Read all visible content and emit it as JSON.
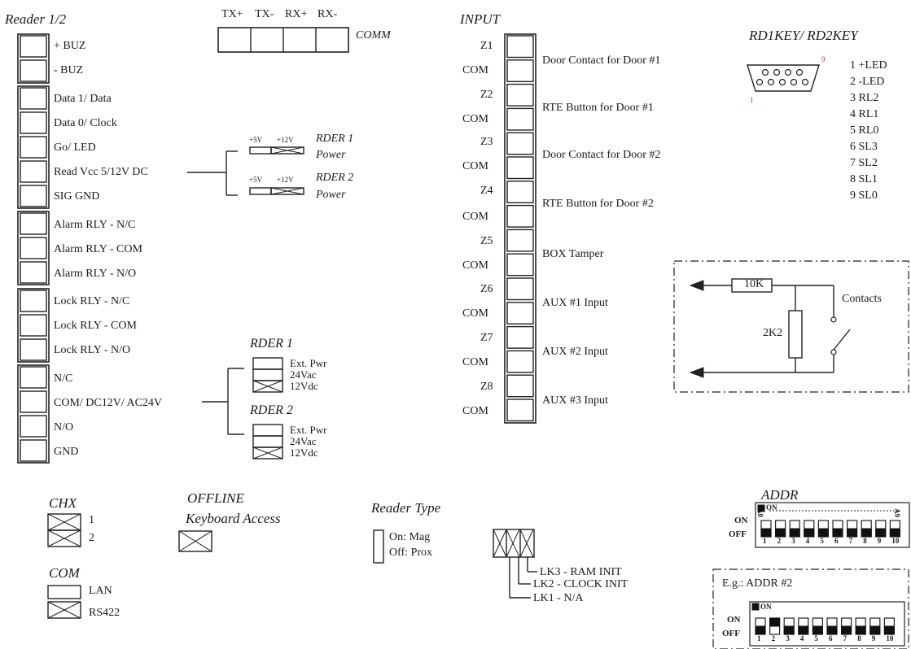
{
  "reader": {
    "title": "Reader 1/2",
    "buz": [
      "+ BUZ",
      "- BUZ"
    ],
    "reader_pins": [
      "Data 1/ Data",
      "Data 0/ Clock",
      "Go/ LED",
      "Read Vcc 5/12V DC",
      "SIG GND"
    ],
    "alarm_pins": [
      "Alarm RLY - N/C",
      "Alarm RLY - COM",
      "Alarm RLY - N/O"
    ],
    "lock_pins": [
      "Lock RLY - N/C",
      "Lock RLY - COM",
      "Lock RLY - N/O"
    ],
    "power_pins": [
      "N/C",
      "COM/ DC12V/ AC24V",
      "N/O",
      "GND"
    ]
  },
  "comm": {
    "title": "COMM",
    "pins": [
      "TX+",
      "TX-",
      "RX+",
      "RX-"
    ]
  },
  "reader_power": {
    "jumpers": [
      {
        "label": "RDER 1",
        "sub": "Power",
        "v1": "+5V",
        "v2": "+12V"
      },
      {
        "label": "RDER 2",
        "sub": "Power",
        "v1": "+5V",
        "v2": "+12V"
      }
    ]
  },
  "ext_power": {
    "blocks": [
      {
        "label": "RDER 1",
        "opts": [
          "Ext. Pwr",
          "24Vac",
          "12Vdc"
        ]
      },
      {
        "label": "RDER 2",
        "opts": [
          "Ext. Pwr",
          "24Vac",
          "12Vdc"
        ]
      }
    ]
  },
  "input": {
    "title": "INPUT",
    "zones": [
      "Z1",
      "Z2",
      "Z3",
      "Z4",
      "Z5",
      "Z6",
      "Z7",
      "Z8"
    ],
    "com_label": "COM",
    "descriptions": [
      "Door Contact for Door #1",
      "RTE Button for Door #1",
      "Door Contact for Door #2",
      "RTE Button for Door #2",
      "BOX Tamper",
      "AUX #1 Input",
      "AUX #2 Input",
      "AUX #3 Input"
    ]
  },
  "rdkey": {
    "title": "RD1KEY/ RD2KEY",
    "pin_first": "1",
    "pin_last": "9",
    "pins": [
      "1  +LED",
      "2  -LED",
      "3  RL2",
      "4  RL1",
      "5  RL0",
      "6  SL3",
      "7  SL2",
      "8  SL1",
      "9  SL0"
    ]
  },
  "eol": {
    "resistor1": "10K",
    "resistor2": "2K2",
    "contacts": "Contacts"
  },
  "chx": {
    "title": "CHX",
    "items": [
      "1",
      "2"
    ]
  },
  "com_sel": {
    "title": "COM",
    "items": [
      "LAN",
      "RS422"
    ]
  },
  "offline": {
    "title": "OFFLINE",
    "subtitle": "Keyboard Access"
  },
  "reader_type": {
    "title": "Reader Type",
    "on": "On: Mag",
    "off": "Off: Prox"
  },
  "links": {
    "items": [
      "LK3 - RAM INIT",
      "LK2 - CLOCK INIT",
      "LK1 - N/A"
    ]
  },
  "addr": {
    "title": "ADDR",
    "a0": "A0",
    "a9": "A9",
    "on": "ON",
    "off": "OFF",
    "on_mark": "ON",
    "numbers": [
      "1",
      "2",
      "3",
      "4",
      "5",
      "6",
      "7",
      "8",
      "9",
      "10"
    ],
    "example": "E.g.: ADDR #2"
  }
}
